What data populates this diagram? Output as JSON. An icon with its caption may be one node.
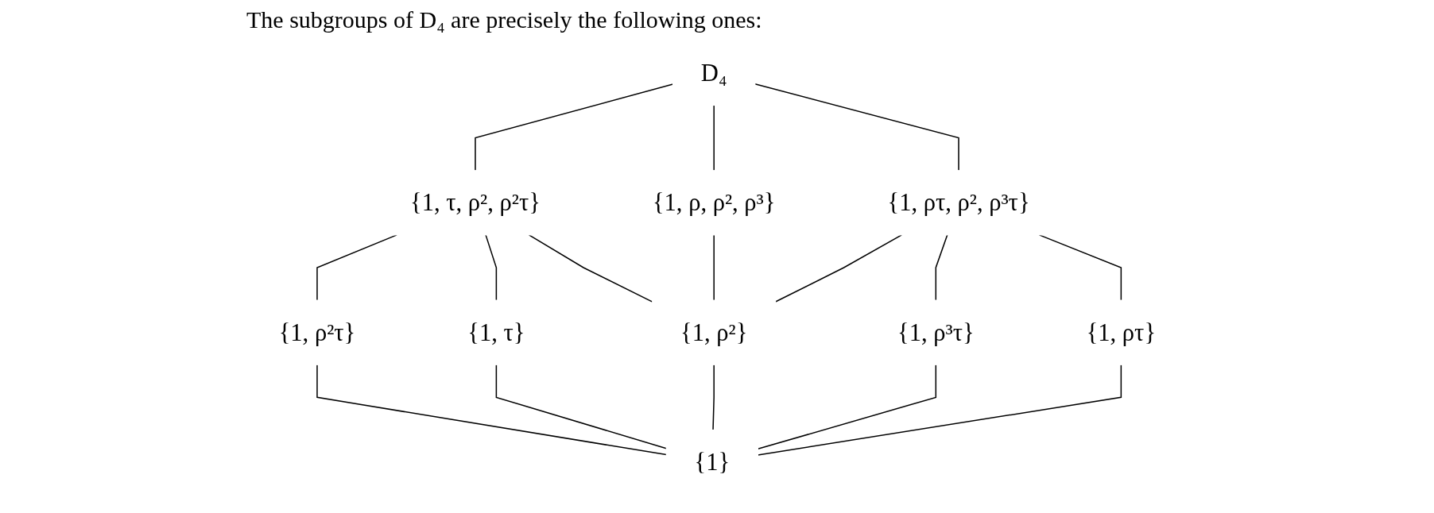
{
  "diagram": {
    "title": "The subgroups of D₄ are precisely the following ones:",
    "nodes": [
      {
        "text": [
          "D₄"
        ]
      },
      {
        "text": [
          "{1, τ, ρ², ρ²τ}"
        ]
      },
      {
        "text": [
          "{1, ρ, ρ², ρ³}"
        ]
      },
      {
        "text": [
          "{1, ρτ, ρ², ρ³τ}"
        ]
      },
      {
        "text": [
          "{1, ρ²τ}"
        ]
      },
      {
        "text": [
          "{1, τ}"
        ]
      },
      {
        "text": [
          "{1, ρ²}"
        ]
      },
      {
        "text": [
          "{1, ρ³τ}"
        ]
      },
      {
        "text": [
          "{1, ρτ}"
        ]
      },
      {
        "text": [
          "{1}"
        ]
      }
    ],
    "edges": [
      {
        "from": 0,
        "to": 1,
        "arrow": "none"
      },
      {
        "from": 0,
        "to": 2,
        "arrow": "none"
      },
      {
        "from": 0,
        "to": 3,
        "arrow": "none"
      },
      {
        "from": 1,
        "to": 4,
        "arrow": "none"
      },
      {
        "from": 1,
        "to": 5,
        "arrow": "none"
      },
      {
        "from": 1,
        "to": 6,
        "arrow": "none"
      },
      {
        "from": 2,
        "to": 6,
        "arrow": "none"
      },
      {
        "from": 3,
        "to": 6,
        "arrow": "none"
      },
      {
        "from": 3,
        "to": 7,
        "arrow": "none"
      },
      {
        "from": 3,
        "to": 8,
        "arrow": "none"
      },
      {
        "from": 4,
        "to": 9,
        "arrow": "none"
      },
      {
        "from": 5,
        "to": 9,
        "arrow": "none"
      },
      {
        "from": 6,
        "to": 9,
        "arrow": "none"
      },
      {
        "from": 7,
        "to": 9,
        "arrow": "none"
      },
      {
        "from": 8,
        "to": 9,
        "arrow": "none"
      }
    ]
  }
}
